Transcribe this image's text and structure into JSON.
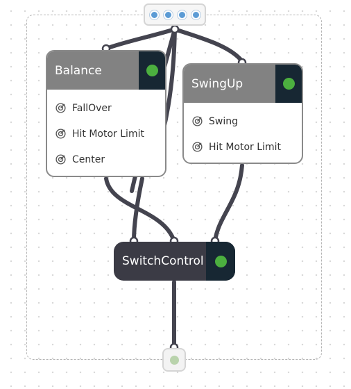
{
  "colors": {
    "wire": "#44444f",
    "node_header": "#828282",
    "status_box": "#172733",
    "status_active": "#4caf3f",
    "entry_port": "#5b9bd5",
    "exit_port": "#b9d3ac",
    "switch_node_bg": "#3b3b45"
  },
  "entry": {
    "ports": 4
  },
  "nodes": {
    "balance": {
      "title": "Balance",
      "status": "active",
      "outcomes": [
        {
          "label": "FallOver",
          "icon": "target-icon"
        },
        {
          "label": "Hit Motor Limit",
          "icon": "target-icon"
        },
        {
          "label": "Center",
          "icon": "target-icon"
        }
      ]
    },
    "swingup": {
      "title": "SwingUp",
      "status": "active",
      "outcomes": [
        {
          "label": "Swing",
          "icon": "target-icon"
        },
        {
          "label": "Hit Motor Limit",
          "icon": "target-icon"
        }
      ]
    },
    "switch": {
      "title": "SwitchControl",
      "status": "active"
    }
  },
  "exit": {
    "state": "inactive"
  }
}
